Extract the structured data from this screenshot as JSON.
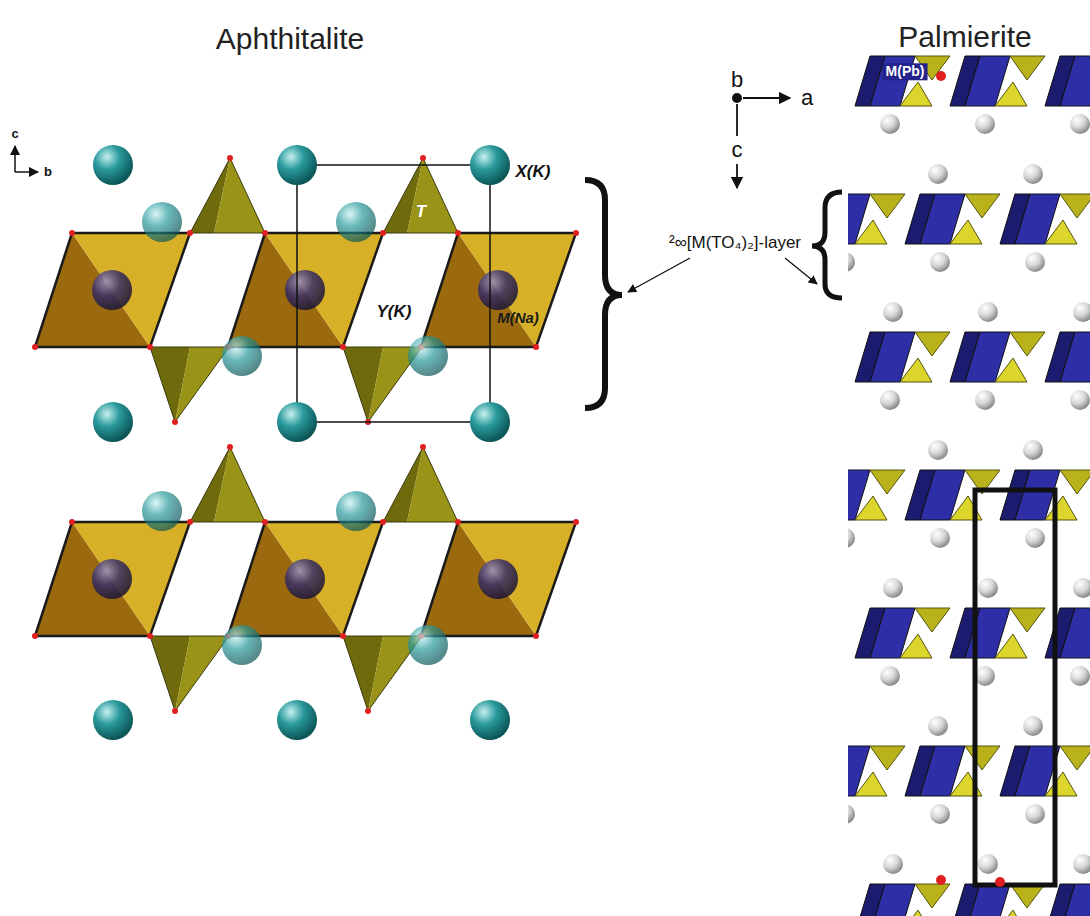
{
  "diagram": {
    "labels": [
      "Aphthitalite",
      "Palmierite",
      "c",
      "b",
      "X(K)",
      "T",
      "M(Na)",
      "Y(K)",
      "b",
      "a",
      "c",
      "²∞[M(TO₄)₂]-layer",
      "M(Pb)"
    ]
  }
}
